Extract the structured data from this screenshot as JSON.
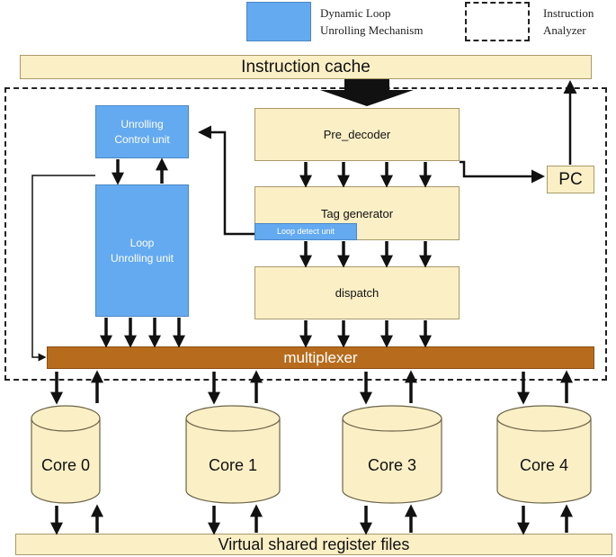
{
  "legend": {
    "blue_label": "Dynamic Loop\nUnrolling Mechanism",
    "dashed_label": "Instruction\nAnalyzer"
  },
  "blocks": {
    "instruction_cache": "Instruction cache",
    "pre_decoder": "Pre_decoder",
    "tag_generator": "Tag generator",
    "loop_detect_unit": "Loop detect unit",
    "dispatch": "dispatch",
    "unrolling_control_unit": "Unrolling\nControl unit",
    "loop_unrolling_unit": "Loop\nUnrolling unit",
    "pc": "PC",
    "multiplexer": "multiplexer",
    "virtual_register_files": "Virtual shared register files"
  },
  "cores": [
    "Core 0",
    "Core 1",
    "Core 3",
    "Core 4"
  ],
  "colors": {
    "cream": "#fbefc6",
    "blue": "#64aaf0",
    "orange": "#b76c1d",
    "arrow": "#111111"
  }
}
